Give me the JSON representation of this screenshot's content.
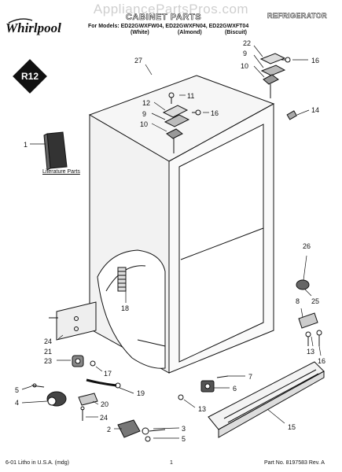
{
  "watermark": "AppliancePartsPros.com",
  "brand": {
    "name": "Whirlpool",
    "badge": "R12"
  },
  "header": {
    "title": "CABINET PARTS",
    "category": "REFRIGERATOR",
    "models_line": "For Models: ED22GWXFW04, ED22GWXFN04, ED22GWXFT04",
    "variants": [
      "(White)",
      "(Almond)",
      "(Biscuit)"
    ]
  },
  "literature_label": "Literature Parts",
  "callouts": {
    "n1": "1",
    "n2": "2",
    "n3": "3",
    "n4": "4",
    "n5": "5",
    "n6": "6",
    "n7": "7",
    "n8": "8",
    "n9a": "9",
    "n9b": "9",
    "n10a": "10",
    "n10b": "10",
    "n11": "11",
    "n12": "12",
    "n13a": "13",
    "n13b": "13",
    "n14": "14",
    "n15": "15",
    "n16a": "16",
    "n16b": "16",
    "n16c": "16",
    "n17": "17",
    "n18": "18",
    "n19": "19",
    "n20": "20",
    "n21": "21",
    "n22": "22",
    "n23": "23",
    "n24a": "24",
    "n24b": "24",
    "n25": "25",
    "n26": "26",
    "n27": "27"
  },
  "footer": {
    "left": "6-01 Litho in U.S.A. (mdg)",
    "page": "1",
    "part_number": "Part No. 8197583 Rev. A"
  }
}
